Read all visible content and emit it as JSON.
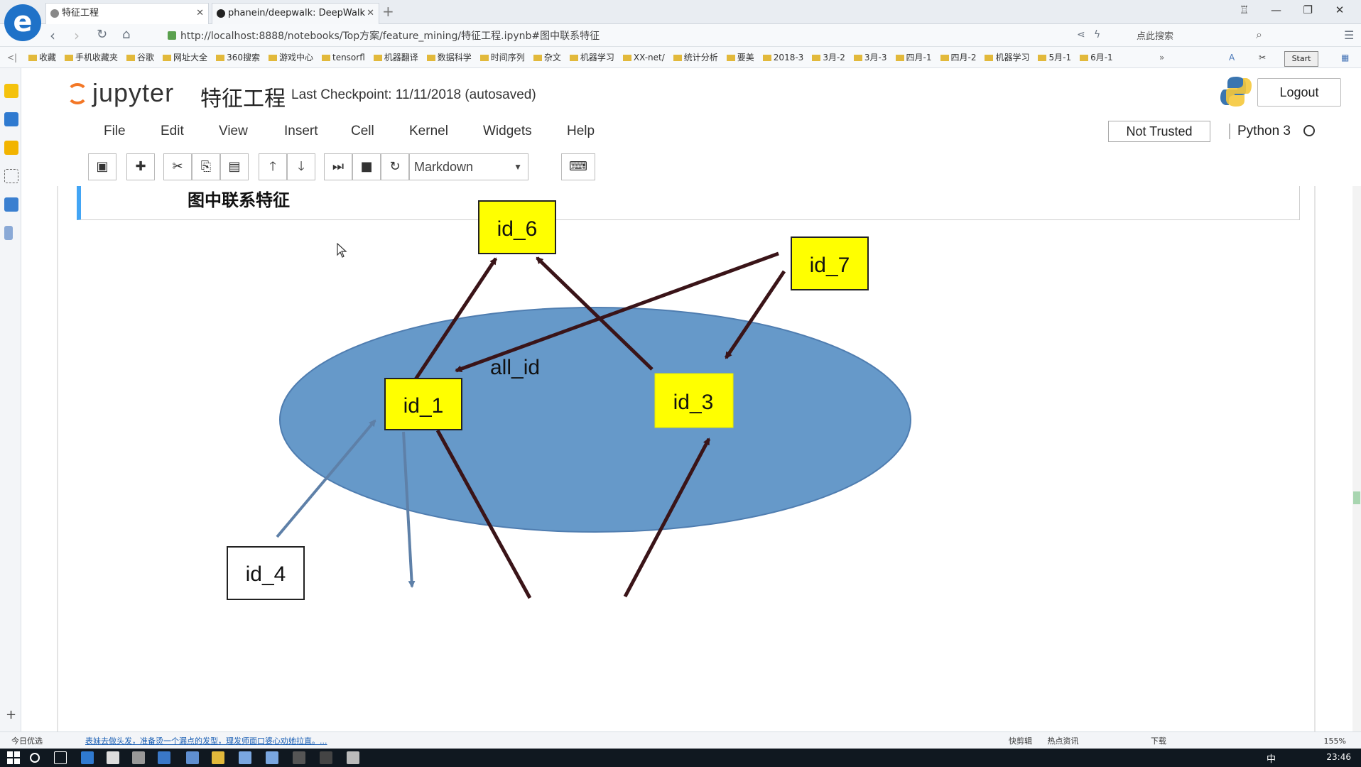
{
  "browser": {
    "tabs": [
      {
        "label": "特征工程",
        "active": true
      },
      {
        "label": "phanein/deepwalk: DeepWalk",
        "active": false
      }
    ],
    "url": "http://localhost:8888/notebooks/Top方案/feature_mining/特征工程.ipynb#图中联系特征",
    "search_hint": "点此搜索",
    "bookmarks": [
      "收藏",
      "手机收藏夹",
      "谷歌",
      "网址大全",
      "360搜索",
      "游戏中心",
      "tensorfl",
      "机器翻译",
      "数据科学",
      "时间序列",
      "杂文",
      "机器学习",
      "XX-net/",
      "统计分析",
      "要美",
      "2018-3",
      "3月-2",
      "3月-3",
      "四月-1",
      "四月-2",
      "机器学习",
      "5月-1",
      "6月-1"
    ],
    "start_label": "Start"
  },
  "jupyter": {
    "logo_text": "jupyter",
    "notebook_title": "特征工程",
    "checkpoint": "Last Checkpoint: 11/11/2018 (autosaved)",
    "logout_label": "Logout",
    "menu": [
      "File",
      "Edit",
      "View",
      "Insert",
      "Cell",
      "Kernel",
      "Widgets",
      "Help"
    ],
    "trusted_label": "Not Trusted",
    "kernel_name": "Python 3",
    "cell_type": "Markdown"
  },
  "cell": {
    "heading": "图中联系特征"
  },
  "diagram": {
    "ellipse_label": "all_id",
    "nodes": [
      "id_6",
      "id_7",
      "id_1",
      "id_3",
      "id_4"
    ],
    "colors": {
      "ellipse": "#6699c9",
      "node_fill": "#ffff00",
      "arrow_dark": "#3a1418",
      "arrow_blue": "#5e80a8"
    }
  },
  "statusbar": {
    "left": "今日优选",
    "news": "表妹去做头发，准备烫一个漏点的发型，理发师面口婆心劝她拉直。...",
    "right": [
      "快剪辑",
      "热点资讯",
      "下载",
      "155%"
    ]
  },
  "taskbar": {
    "ime": "中",
    "clock": "23:46"
  }
}
